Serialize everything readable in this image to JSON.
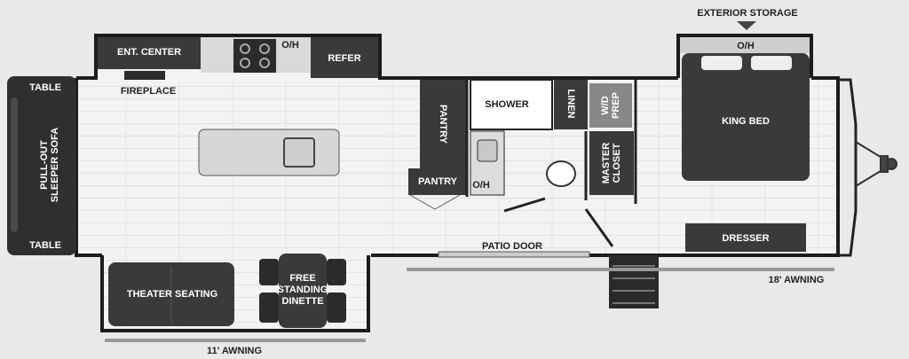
{
  "labels": {
    "exterior_storage": "EXTERIOR STORAGE",
    "overhead_top_right": "O/H",
    "ent_center": "ENT. CENTER",
    "overhead_kitchen": "O/H",
    "refer": "REFER",
    "fireplace": "FIREPLACE",
    "table_top": "TABLE",
    "table_bottom": "TABLE",
    "sofa": "PULL-OUT SLEEPER SOFA",
    "pantry_vertical": "PANTRY",
    "pantry": "PANTRY",
    "shower": "SHOWER",
    "linen": "LINEN",
    "wd_prep": "W/D PREP",
    "master_closet": "MASTER CLOSET",
    "overhead_bath": "O/H",
    "king_bed": "KING BED",
    "dresser": "DRESSER",
    "patio_door": "PATIO DOOR",
    "awning_18": "18' AWNING",
    "theater_seating": "THEATER SEATING",
    "dinette": "FREE STANDING DINETTE",
    "awning_11": "11' AWNING"
  },
  "colors": {
    "background": "#e9e9e9",
    "floor": "#f2f2f2",
    "wall": "#1c1c1c",
    "furniture": "#3a3a3a",
    "counter": "#d7d7d7"
  }
}
